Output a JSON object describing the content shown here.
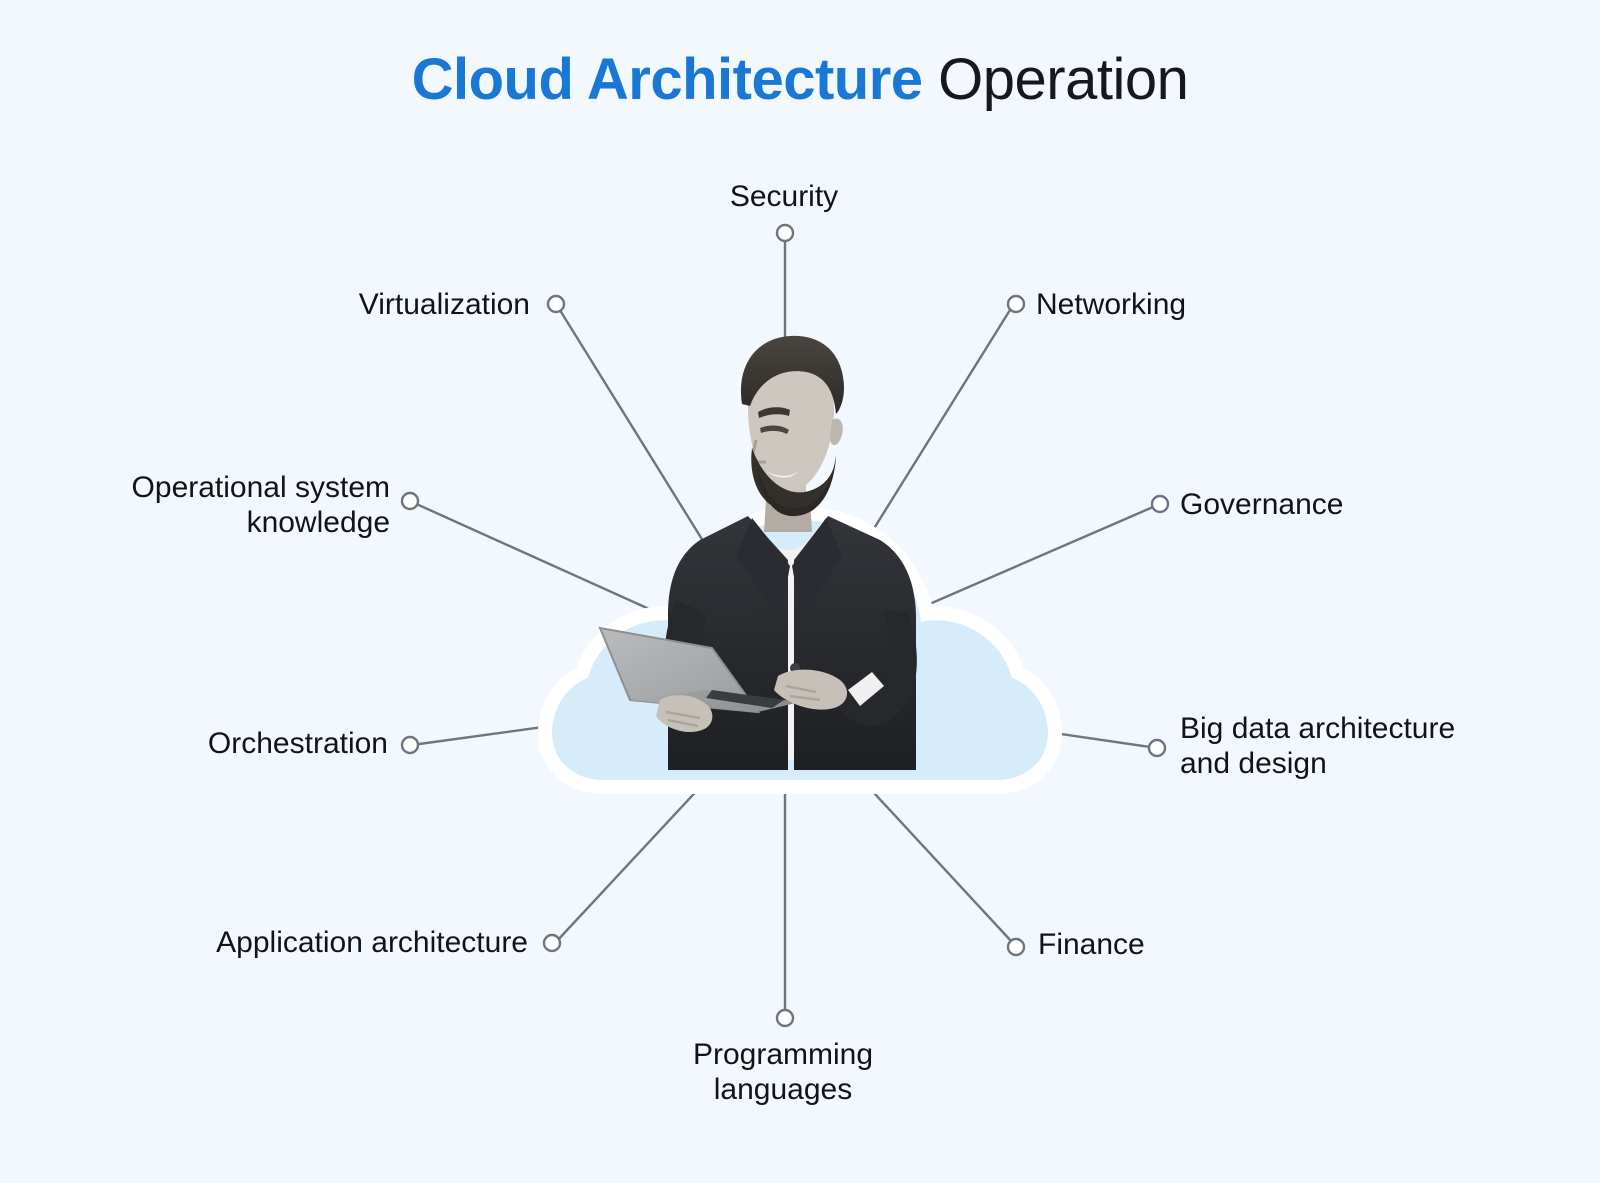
{
  "title": {
    "accent": "Cloud Architecture",
    "plain": " Operation",
    "accent_color": "#1878d4",
    "plain_color": "#16181d"
  },
  "theme": {
    "background": "#f3f8ff",
    "cloud_fill": "#d6ecfb",
    "cloud_outline": "#ffffff",
    "connector_color": "#6e7480",
    "dot_fill": "#ffffff",
    "label_color": "#111317"
  },
  "center": {
    "graphic": "cloud-with-person-holding-laptop",
    "cloud_label": "cloud-shape",
    "person_label": "person-with-laptop-photo"
  },
  "diagram": {
    "type": "radial-spoke",
    "node_count": 10,
    "nodes": [
      {
        "id": "security",
        "label": "Security",
        "align": "center",
        "angle_deg": 90
      },
      {
        "id": "networking",
        "label": "Networking",
        "align": "left",
        "angle_deg": 55
      },
      {
        "id": "governance",
        "label": "Governance",
        "align": "left",
        "angle_deg": 20
      },
      {
        "id": "big-data",
        "label": "Big data architecture\nand design",
        "align": "left",
        "angle_deg": -18
      },
      {
        "id": "finance",
        "label": "Finance",
        "align": "left",
        "angle_deg": -52
      },
      {
        "id": "programming",
        "label": "Programming\nlanguages",
        "align": "center",
        "angle_deg": -90
      },
      {
        "id": "app-arch",
        "label": "Application architecture",
        "align": "right",
        "angle_deg": -128
      },
      {
        "id": "orchestration",
        "label": "Orchestration",
        "align": "right",
        "angle_deg": -162
      },
      {
        "id": "op-sys",
        "label": "Operational system\nknowledge",
        "align": "right",
        "angle_deg": 160
      },
      {
        "id": "virtualization",
        "label": "Virtualization",
        "align": "right",
        "angle_deg": 125
      }
    ]
  }
}
